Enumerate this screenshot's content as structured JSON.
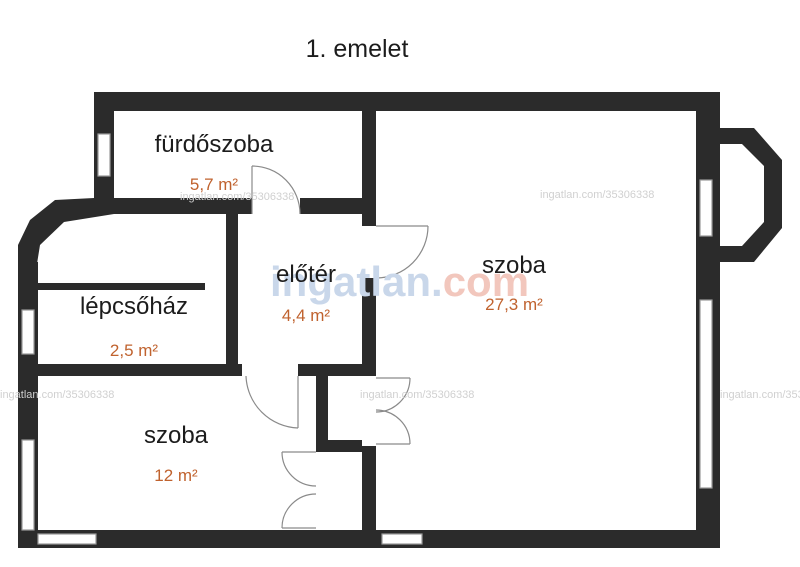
{
  "floor_label": "1. emelet",
  "rooms": {
    "bathroom": {
      "name": "fürdőszoba",
      "area": "5,7 m²"
    },
    "hall": {
      "name": "előtér",
      "area": "4,4 m²"
    },
    "large_room": {
      "name": "szoba",
      "area": "27,3 m²"
    },
    "stairwell": {
      "name": "lépcsőház",
      "area": "2,5 m²"
    },
    "small_room": {
      "name": "szoba",
      "area": "12 m²"
    }
  },
  "watermark": {
    "brand_main": "ingatlan",
    "brand_dot": ".",
    "brand_tld": "com",
    "listing_url": "ingatlan.com/35306338"
  },
  "colors": {
    "wall": "#2b2b2b",
    "area_text": "#c0622e",
    "brand_blue": "#c9d7ea",
    "brand_orange": "#f2c7bd"
  }
}
